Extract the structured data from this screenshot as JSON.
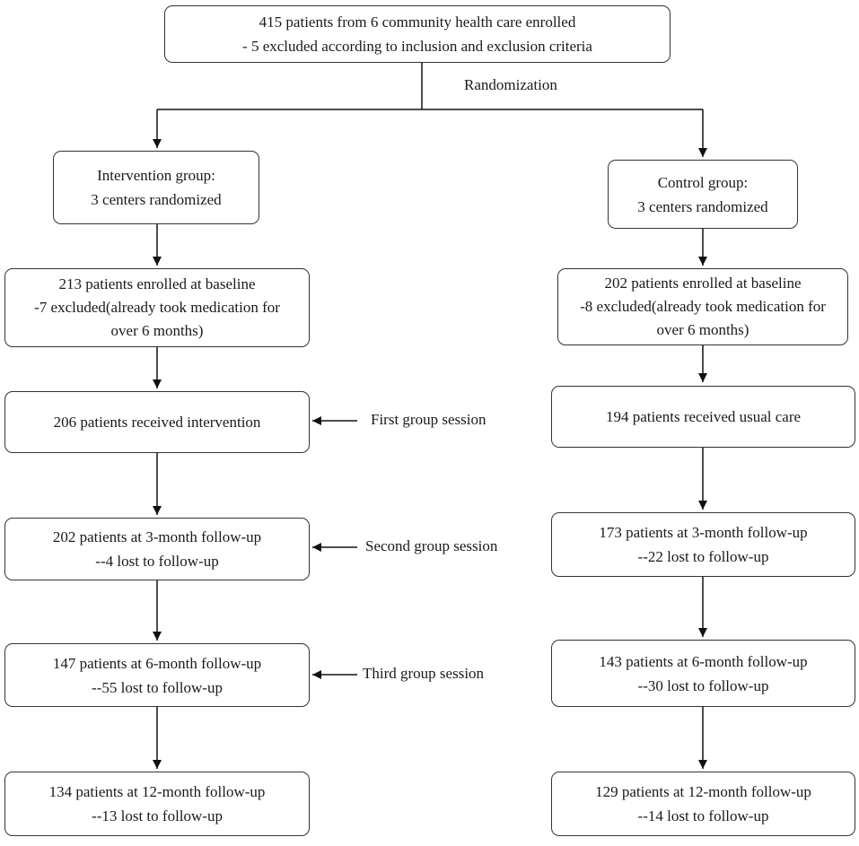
{
  "top": {
    "line1": "415 patients from 6 community health care enrolled",
    "line2": "- 5 excluded according to inclusion and exclusion criteria"
  },
  "randomization_label": "Randomization",
  "intervention": {
    "group": {
      "line1": "Intervention group:",
      "line2": "3 centers randomized"
    },
    "baseline": {
      "line1": "213  patients enrolled at baseline",
      "line2": "-7 excluded(already took medication for",
      "line3": "over 6 months)"
    },
    "received": {
      "line1": "206  patients received intervention"
    },
    "m3": {
      "line1": "202  patients at 3-month follow-up",
      "line2": "--4 lost to follow-up"
    },
    "m6": {
      "line1": "147  patients at 6-month follow-up",
      "line2": "--55 lost to follow-up"
    },
    "m12": {
      "line1": "134  patients at 12-month follow-up",
      "line2": "--13 lost to follow-up"
    }
  },
  "control": {
    "group": {
      "line1": "Control group:",
      "line2": "3 centers randomized"
    },
    "baseline": {
      "line1": "202  patients enrolled at baseline",
      "line2": "-8 excluded(already took medication for",
      "line3": "over 6 months)"
    },
    "received": {
      "line1": "194  patients received usual care"
    },
    "m3": {
      "line1": "173  patients at 3-month follow-up",
      "line2": "--22 lost to follow-up"
    },
    "m6": {
      "line1": "143  patients at 6-month follow-up",
      "line2": "--30 lost to follow-up"
    },
    "m12": {
      "line1": "129  patients at 12-month follow-up",
      "line2": "--14 lost to follow-up"
    }
  },
  "sessions": {
    "first": "First group session",
    "second": "Second group session",
    "third": "Third group session"
  }
}
